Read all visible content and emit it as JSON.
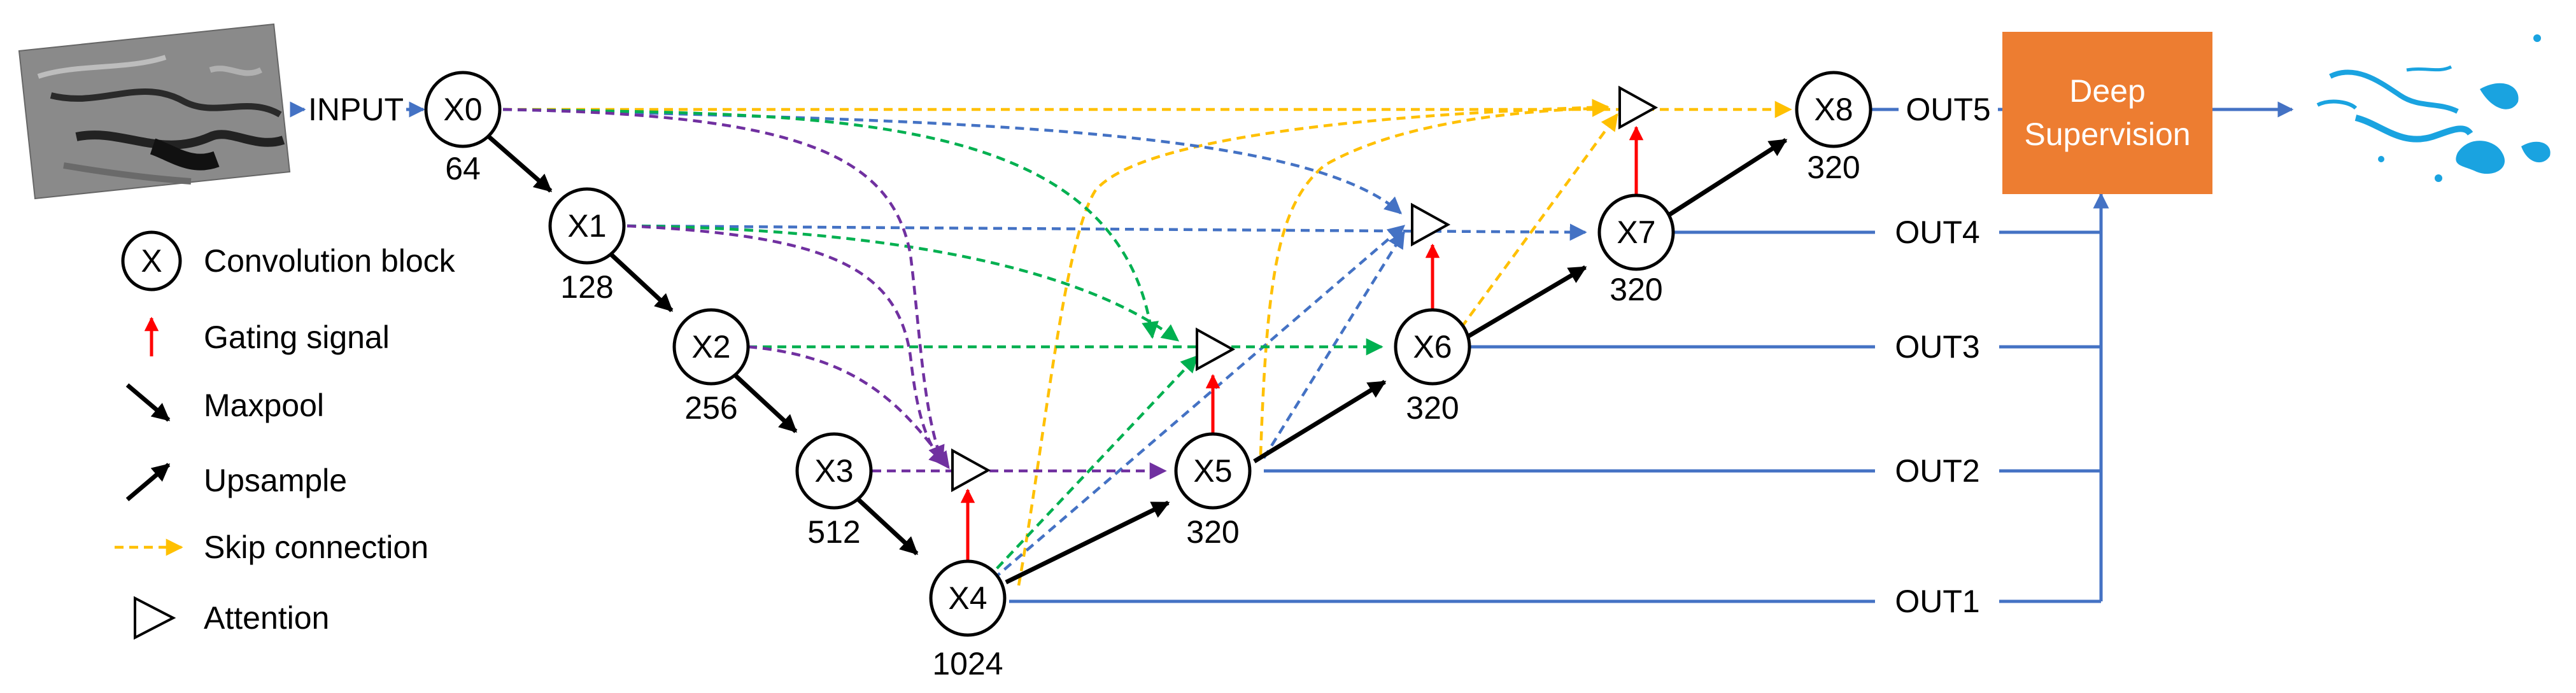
{
  "colors": {
    "skip_yellow": "#FFC000",
    "skip_blue": "#4472C4",
    "skip_green": "#00B050",
    "skip_purple": "#7030A0",
    "gating_red": "#FF0000",
    "output_blue": "#4472C4",
    "deep_supervision_orange": "#ED7D31",
    "mask_cyan": "#1AA3E0"
  },
  "input_label": "INPUT",
  "nodes": [
    {
      "id": "X0",
      "label": "X0",
      "channels": "64"
    },
    {
      "id": "X1",
      "label": "X1",
      "channels": "128"
    },
    {
      "id": "X2",
      "label": "X2",
      "channels": "256"
    },
    {
      "id": "X3",
      "label": "X3",
      "channels": "512"
    },
    {
      "id": "X4",
      "label": "X4",
      "channels": "1024"
    },
    {
      "id": "X5",
      "label": "X5",
      "channels": "320"
    },
    {
      "id": "X6",
      "label": "X6",
      "channels": "320"
    },
    {
      "id": "X7",
      "label": "X7",
      "channels": "320"
    },
    {
      "id": "X8",
      "label": "X8",
      "channels": "320"
    }
  ],
  "outputs": [
    "OUT5",
    "OUT4",
    "OUT3",
    "OUT2",
    "OUT1"
  ],
  "deep_supervision": {
    "line1": "Deep",
    "line2": "Supervision"
  },
  "legend": {
    "node_symbol": "X",
    "items": [
      {
        "icon": "convolution-block-icon",
        "label": "Convolution block"
      },
      {
        "icon": "gating-signal-icon",
        "label": "Gating signal"
      },
      {
        "icon": "maxpool-arrow-icon",
        "label": "Maxpool"
      },
      {
        "icon": "upsample-arrow-icon",
        "label": "Upsample"
      },
      {
        "icon": "skip-connection-icon",
        "label": "Skip connection"
      },
      {
        "icon": "attention-icon",
        "label": "Attention"
      }
    ]
  },
  "images": {
    "input_image": "grayscale satellite image",
    "output_image": "cyan segmentation mask"
  }
}
